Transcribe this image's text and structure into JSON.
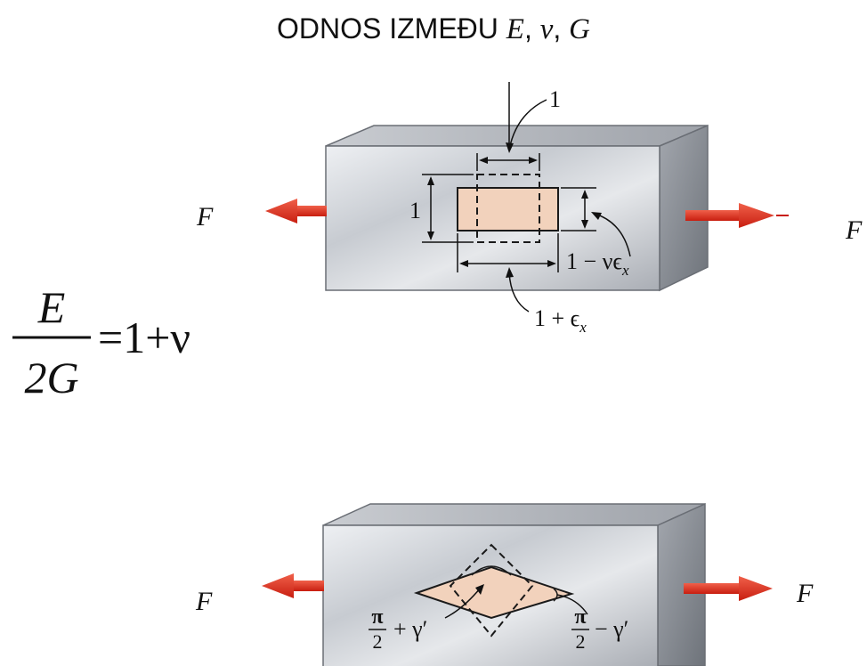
{
  "title": {
    "text": "ODNOS IZMEĐU",
    "symbols": [
      "E",
      "ν",
      "G"
    ],
    "separators": [
      ", ",
      ",  "
    ]
  },
  "formula": {
    "numerator": "E",
    "denominator": "2G",
    "rhs": "=1+ν"
  },
  "tension_block": {
    "force_label_left": "F",
    "force_label_right": "F",
    "dim_top": "1",
    "dim_left": "1",
    "dim_right_base": "1 − νϵ",
    "dim_right_sub": "x",
    "dim_bottom_base": "1 + ϵ",
    "dim_bottom_sub": "x"
  },
  "shear_block": {
    "force_label_left": "F",
    "force_label_right": "F",
    "angle_left_num": "π",
    "angle_left_den": "2",
    "angle_left_rest": "+ γ′",
    "angle_right_num": "π",
    "angle_right_den": "2",
    "angle_right_rest": "− γ′"
  },
  "colors": {
    "arrow": "#e0321e",
    "specimen_fill": "#f2d2bc",
    "block_face": "#d3d6db",
    "block_side": "#8f939a",
    "block_top": "#b9bcc2"
  }
}
